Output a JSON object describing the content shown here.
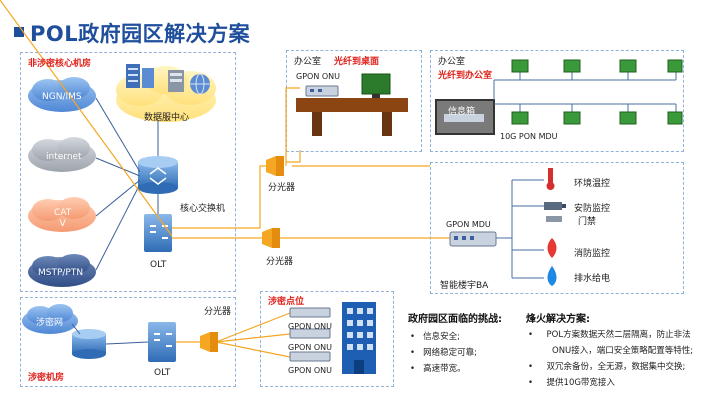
{
  "title": "POL政府园区解决方案",
  "sections": {
    "core_room": "非涉密核心机房",
    "office1": "办公室",
    "office1_tag": "光纤到桌面",
    "office2": "办公室",
    "office2_tag": "光纤到办公室",
    "smart_building": "智能楼宇BA",
    "secret_room": "涉密机房",
    "secret_point": "涉密点位"
  },
  "clouds": {
    "ngn": "NGN/IMS",
    "internet": "internet",
    "catv": "CAT\nV",
    "mstp": "MSTP/PTN",
    "secret_net": "涉密网",
    "datacenter": "数据服中心"
  },
  "labels": {
    "core_switch": "核心交换机",
    "olt1": "OLT",
    "olt2": "OLT",
    "splitter1": "分光器",
    "splitter2": "分光器",
    "splitter3": "分光器",
    "gpon_onu_office": "GPON  ONU",
    "infobox": "信息箱",
    "mdu10g": "10G PON MDU",
    "gpon_mdu": "GPON   MDU",
    "gpon_onu_1": "GPON  ONU",
    "gpon_onu_2": "GPON  ONU",
    "gpon_onu_3": "GPON  ONU"
  },
  "ba_items": [
    "环境温控",
    "安防监控",
    "门禁",
    "消防监控",
    "排水给电"
  ],
  "challenges": {
    "heading": "政府园区面临的挑战:",
    "items": [
      "信息安全;",
      "网络稳定可靠;",
      "高速带宽。"
    ]
  },
  "solutions": {
    "heading": "烽火解决方案:",
    "items": [
      "POL方案数据天然二层隔离，防止非法",
      "ONU接入，端口安全策略配置等特性;",
      "双冗余备份，全无源，数据集中交换;",
      "提供10G带宽接入"
    ]
  },
  "colors": {
    "accent": "#1f4e9c",
    "red": "#e0231c",
    "fiber": "#f5a623",
    "pc": "#3a9a3a"
  }
}
